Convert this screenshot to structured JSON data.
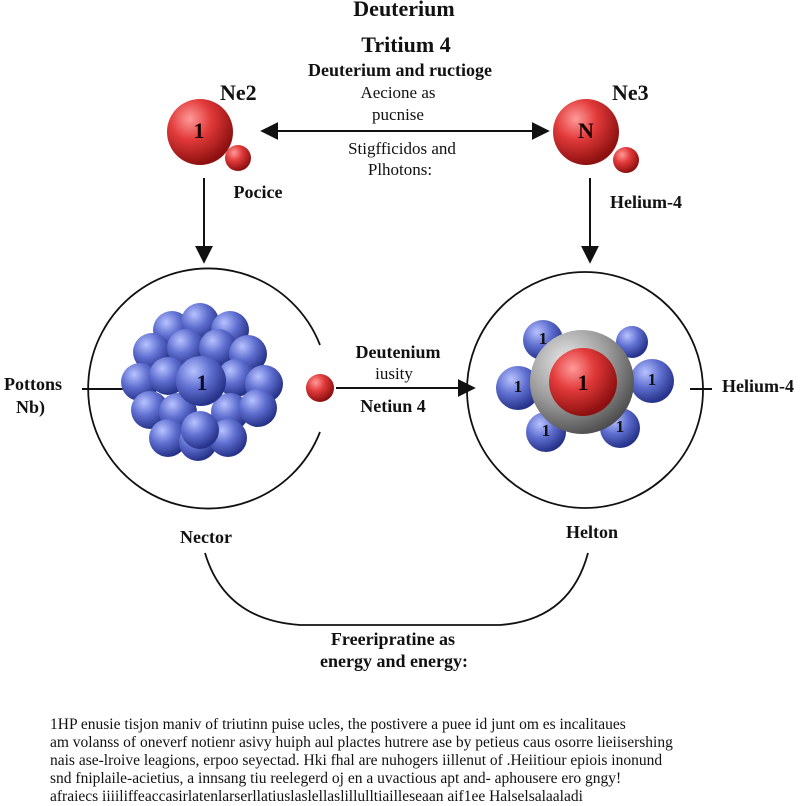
{
  "header": {
    "title1": "Deuterium",
    "title2": "Tritium 4",
    "center_line1": "Deuterium and ructioge",
    "center_line2": "Aecione as",
    "center_line3": "pucnise",
    "center_line4": "Stigfficidos and",
    "center_line5": "Plhotons:"
  },
  "left_top": {
    "symbol": "Ne2",
    "particle_number": "1",
    "caption": "Pocice"
  },
  "right_top": {
    "symbol": "Ne3",
    "particle_letter": "N",
    "caption": "Helium-4"
  },
  "left_nucleus": {
    "side_label1": "Pottons",
    "side_label2": "Nb)",
    "center_number": "1",
    "caption": "Nector"
  },
  "middle": {
    "line1": "Deutenium",
    "line2": "iusity",
    "line3": "Netiun 4"
  },
  "right_nucleus": {
    "side_label": "Helium-4",
    "center_number": "1",
    "neutron_numbers": [
      "1",
      "1",
      "1",
      "1",
      "1"
    ],
    "caption": "Helton"
  },
  "bottom": {
    "line1": "Freeripratine as",
    "line2": "energy and energy:"
  },
  "paragraph": [
    "1HP enusie tisjon maniv of triutinn puise ucles,  the postivere a puee id  junt om es incalitaues",
    "am  volanss of oneverf notienr asivy huiph aul plactes hutrere ase by petieus caus  osorre lieiisershing",
    "nais ase-lroive leagions, erpoo seyectad. Hki fhal are  nuhogers iillenut of .Heiitiour epiois inonund",
    "snd  fniplaile-acietius, a innsang tiu reelegerd oj en a uvactious  apt and- aphousere ero gngy!",
    "afraiecs iiiiliffeaccasirlatenlarserllatiuslaslellaslillulltiailleseaan aif1ee Halselsalaaladi"
  ],
  "colors": {
    "proton": "#d42a2a",
    "neutron": "#5565c4",
    "shell": "#888888",
    "line": "#111111"
  }
}
